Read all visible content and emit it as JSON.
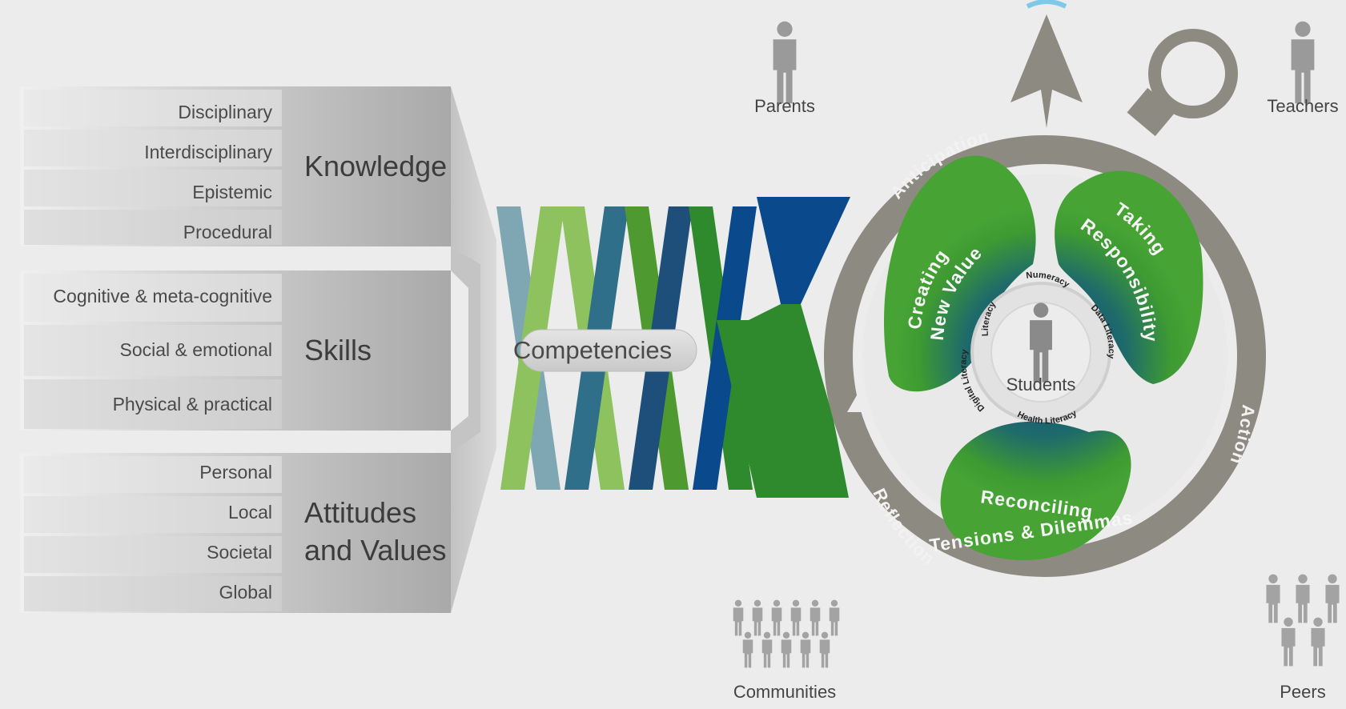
{
  "knowledge": {
    "title": "Knowledge",
    "items": [
      "Disciplinary",
      "Interdisciplinary",
      "Epistemic",
      "Procedural"
    ]
  },
  "skills": {
    "title": "Skills",
    "items": [
      "Cognitive & meta-cognitive",
      "Social & emotional",
      "Physical & practical"
    ]
  },
  "attitudes": {
    "title_line1": "Attitudes",
    "title_line2": "and Values",
    "items": [
      "Personal",
      "Local",
      "Societal",
      "Global"
    ]
  },
  "competencies_label": "Competencies",
  "actors": {
    "parents": "Parents",
    "teachers": "Teachers",
    "communities": "Communities",
    "peers": "Peers"
  },
  "compass": {
    "cycle": {
      "anticipation": "Anticipation",
      "action": "Action",
      "reflection": "Reflection"
    },
    "petals": {
      "creating_line1": "Creating",
      "creating_line2": "New Value",
      "taking_line1": "Taking",
      "taking_line2": "Responsibility",
      "reconciling_line1": "Reconciling",
      "reconciling_line2": "Tensions & Dilemmas"
    },
    "center_label": "Students",
    "literacies": {
      "literacy": "Literacy",
      "numeracy": "Numeracy",
      "data": "Data Literacy",
      "health": "Health Literacy",
      "digital": "Digital Literacy"
    }
  },
  "colors": {
    "green": "#3d9a2c",
    "light_green": "#8cc55a",
    "navy": "#0a4a8c",
    "teal": "#2f6f8a",
    "compass_gray": "#8d8a82"
  }
}
